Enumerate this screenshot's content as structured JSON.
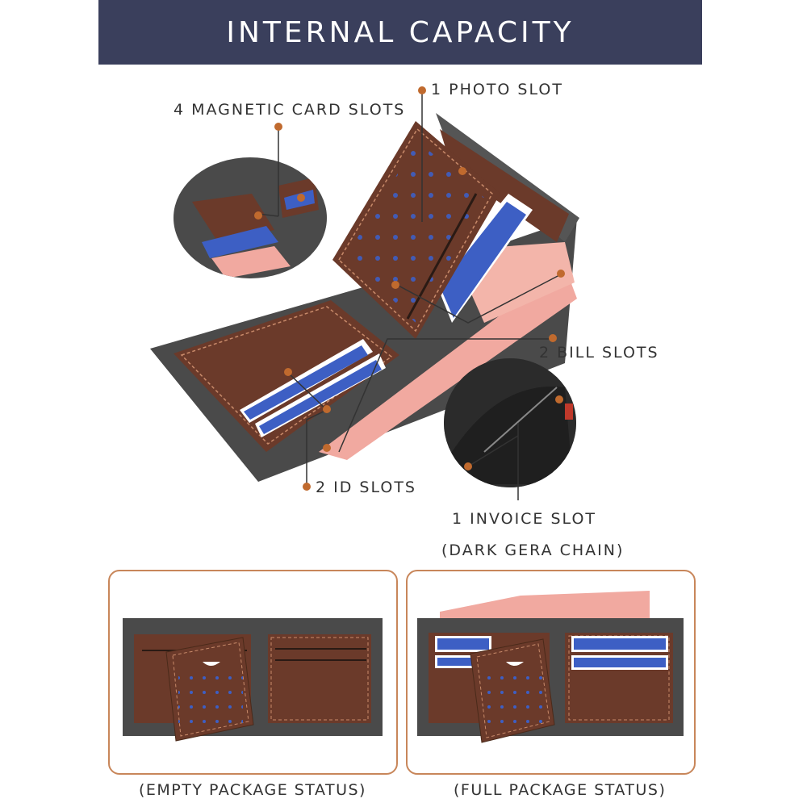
{
  "banner": {
    "title": "INTERNAL CAPACITY"
  },
  "callouts": {
    "photo_slot": "1 PHOTO SLOT",
    "card_slots": "4 MAGNETIC CARD SLOTS",
    "bill_slots": "2 BILL SLOTS",
    "id_slots": "2 ID SLOTS",
    "invoice_slot": "1 INVOICE SLOT",
    "invoice_note": "(DARK GERA CHAIN)"
  },
  "panels": {
    "empty_caption": "(EMPTY PACKAGE STATUS)",
    "full_caption": "(FULL PACKAGE STATUS)"
  },
  "colors": {
    "banner_bg": "#3a3f5c",
    "accent": "#c06a2e",
    "leather_brown": "#6b3a2a",
    "leather_grey": "#4a4a4a",
    "card_blue": "#3d5fc4",
    "panel_border": "#c8865a"
  }
}
